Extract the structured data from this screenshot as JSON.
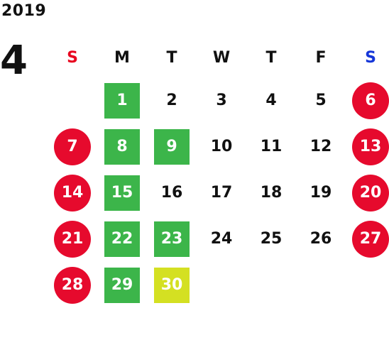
{
  "year": "2019",
  "month": "4",
  "weekdays": [
    "S",
    "M",
    "T",
    "W",
    "T",
    "F",
    "S"
  ],
  "colors": {
    "sunday_header": "#e8051f",
    "saturday_header": "#1536d8",
    "holiday_circle": "#e60a2d",
    "green_box": "#3cb54a",
    "yellow_box": "#d4e022"
  },
  "days": [
    {
      "day": "",
      "style": "empty"
    },
    {
      "day": "1",
      "style": "green"
    },
    {
      "day": "2",
      "style": "plain"
    },
    {
      "day": "3",
      "style": "plain"
    },
    {
      "day": "4",
      "style": "plain"
    },
    {
      "day": "5",
      "style": "plain"
    },
    {
      "day": "6",
      "style": "holiday"
    },
    {
      "day": "7",
      "style": "holiday"
    },
    {
      "day": "8",
      "style": "green"
    },
    {
      "day": "9",
      "style": "green"
    },
    {
      "day": "10",
      "style": "plain"
    },
    {
      "day": "11",
      "style": "plain"
    },
    {
      "day": "12",
      "style": "plain"
    },
    {
      "day": "13",
      "style": "holiday"
    },
    {
      "day": "14",
      "style": "holiday"
    },
    {
      "day": "15",
      "style": "green"
    },
    {
      "day": "16",
      "style": "plain"
    },
    {
      "day": "17",
      "style": "plain"
    },
    {
      "day": "18",
      "style": "plain"
    },
    {
      "day": "19",
      "style": "plain"
    },
    {
      "day": "20",
      "style": "holiday"
    },
    {
      "day": "21",
      "style": "holiday"
    },
    {
      "day": "22",
      "style": "green"
    },
    {
      "day": "23",
      "style": "green"
    },
    {
      "day": "24",
      "style": "plain"
    },
    {
      "day": "25",
      "style": "plain"
    },
    {
      "day": "26",
      "style": "plain"
    },
    {
      "day": "27",
      "style": "holiday"
    },
    {
      "day": "28",
      "style": "holiday"
    },
    {
      "day": "29",
      "style": "green"
    },
    {
      "day": "30",
      "style": "yellow"
    },
    {
      "day": "",
      "style": "empty"
    },
    {
      "day": "",
      "style": "empty"
    },
    {
      "day": "",
      "style": "empty"
    },
    {
      "day": "",
      "style": "empty"
    }
  ]
}
